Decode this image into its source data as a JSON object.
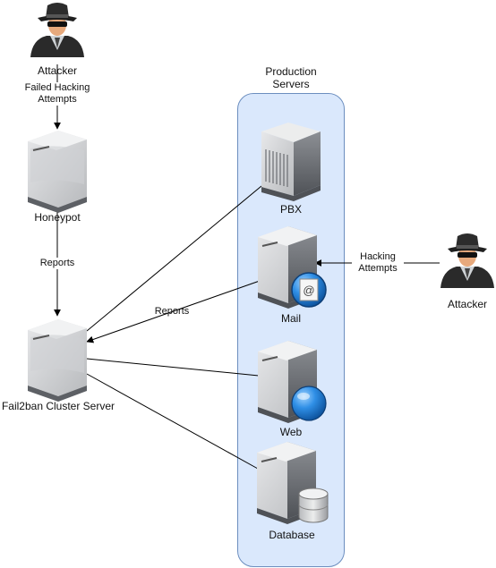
{
  "nodes": {
    "attacker_top": {
      "label": "Attacker"
    },
    "honeypot": {
      "label": "Honeypot"
    },
    "cluster": {
      "label": "Fail2ban Cluster Server"
    },
    "production": {
      "label": "Production\nServers"
    },
    "pbx": {
      "label": "PBX"
    },
    "mail": {
      "label": "Mail"
    },
    "web": {
      "label": "Web"
    },
    "database": {
      "label": "Database"
    },
    "attacker_right": {
      "label": "Attacker"
    }
  },
  "edges": {
    "failed_hacking": {
      "label": "Failed Hacking\nAttempts"
    },
    "reports_honeypot": {
      "label": "Reports"
    },
    "reports_mail": {
      "label": "Reports"
    },
    "hacking_attempts": {
      "label": "Hacking\nAttempts"
    }
  },
  "colors": {
    "panel_fill": "#dae8fc",
    "panel_border": "#6c8ebf",
    "server_light": "#d9dadc",
    "server_dark": "#6f7277",
    "globe": "#1d7fd6",
    "line": "#000000"
  },
  "icons": [
    "hacker-icon",
    "server-icon",
    "mail-badge-icon",
    "globe-icon",
    "database-cylinder-icon"
  ]
}
